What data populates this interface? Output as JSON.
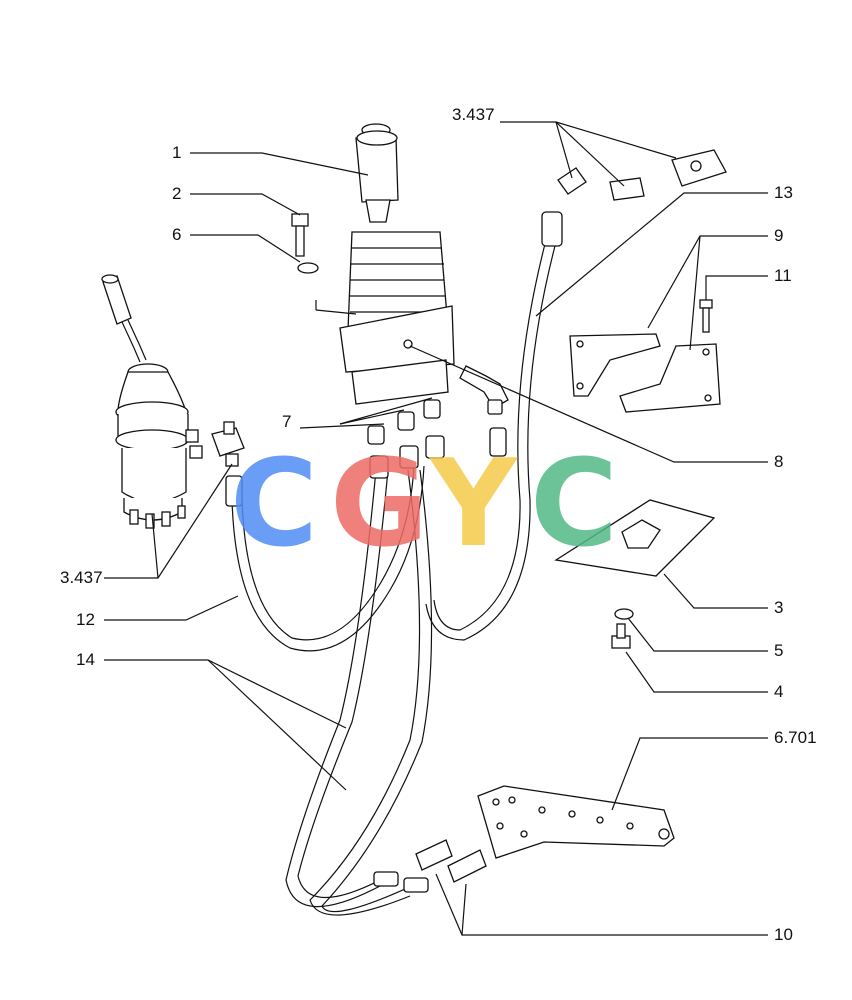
{
  "callouts": {
    "c1": "1",
    "c2": "2",
    "c6": "6",
    "c3437a": "3.437",
    "c13": "13",
    "c9": "9",
    "c11": "11",
    "c7": "7",
    "c8": "8",
    "c3437b": "3.437",
    "c3": "3",
    "c5": "5",
    "c4": "4",
    "c12": "12",
    "c14": "14",
    "c6701": "6.701",
    "c10": "10"
  },
  "watermark": {
    "letters": [
      "C",
      "G",
      "Y",
      "C"
    ],
    "colors": [
      "#4f8df5",
      "#ee6b66",
      "#f5c94a",
      "#53b987"
    ]
  }
}
